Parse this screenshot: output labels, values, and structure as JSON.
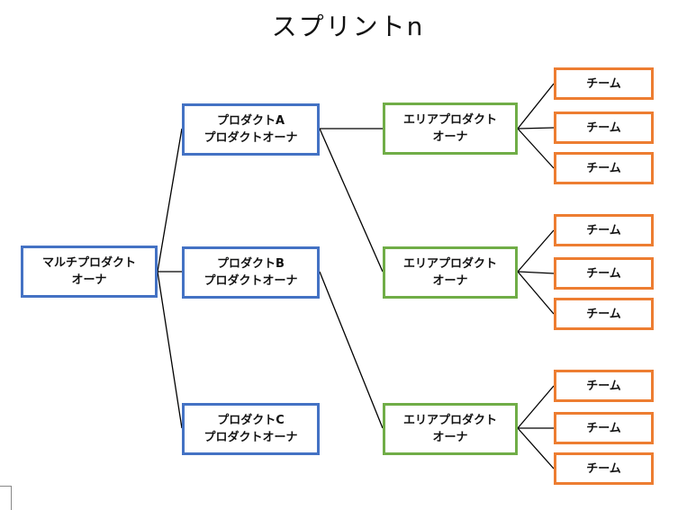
{
  "title": "スプリントn",
  "colors": {
    "product_owner_border": "#4472c4",
    "area_owner_border": "#70ad47",
    "team_border": "#ed7d31",
    "connector": "#000000"
  },
  "multi_owner": {
    "line1": "マルチプロダクト",
    "line2": "オーナ"
  },
  "product_owners": [
    {
      "line1": "プロダクトA",
      "line2": "プロダクトオーナ"
    },
    {
      "line1": "プロダクトB",
      "line2": "プロダクトオーナ"
    },
    {
      "line1": "プロダクトC",
      "line2": "プロダクトオーナ"
    }
  ],
  "area_owners": [
    {
      "line1": "エリアプロダクト",
      "line2": "オーナ"
    },
    {
      "line1": "エリアプロダクト",
      "line2": "オーナ"
    },
    {
      "line1": "エリアプロダクト",
      "line2": "オーナ"
    }
  ],
  "teams": [
    [
      "チーム",
      "チーム",
      "チーム"
    ],
    [
      "チーム",
      "チーム",
      "チーム"
    ],
    [
      "チーム",
      "チーム",
      "チーム"
    ]
  ]
}
